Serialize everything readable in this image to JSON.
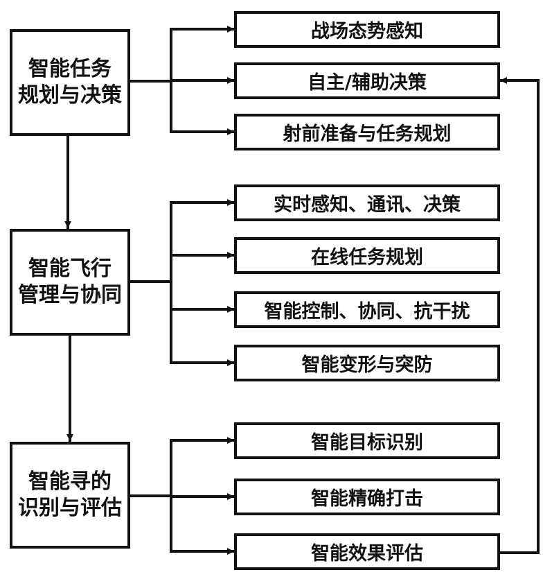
{
  "stages": [
    {
      "label_lines": [
        "智能任务",
        "规划与决策"
      ],
      "items": [
        "战场态势感知",
        "自主/辅助决策",
        "射前准备与任务规划"
      ]
    },
    {
      "label_lines": [
        "智能飞行",
        "管理与协同"
      ],
      "items": [
        "实时感知、通讯、决策",
        "在线任务规划",
        "智能控制、协同、抗干扰",
        "智能变形与突防"
      ]
    },
    {
      "label_lines": [
        "智能寻的",
        "识别与评估"
      ],
      "items": [
        "智能目标识别",
        "智能精确打击",
        "智能效果评估"
      ]
    }
  ],
  "feedback": {
    "from": "智能效果评估",
    "to": "自主/辅助决策"
  },
  "colors": {
    "line": "#111111",
    "background": "#ffffff"
  }
}
